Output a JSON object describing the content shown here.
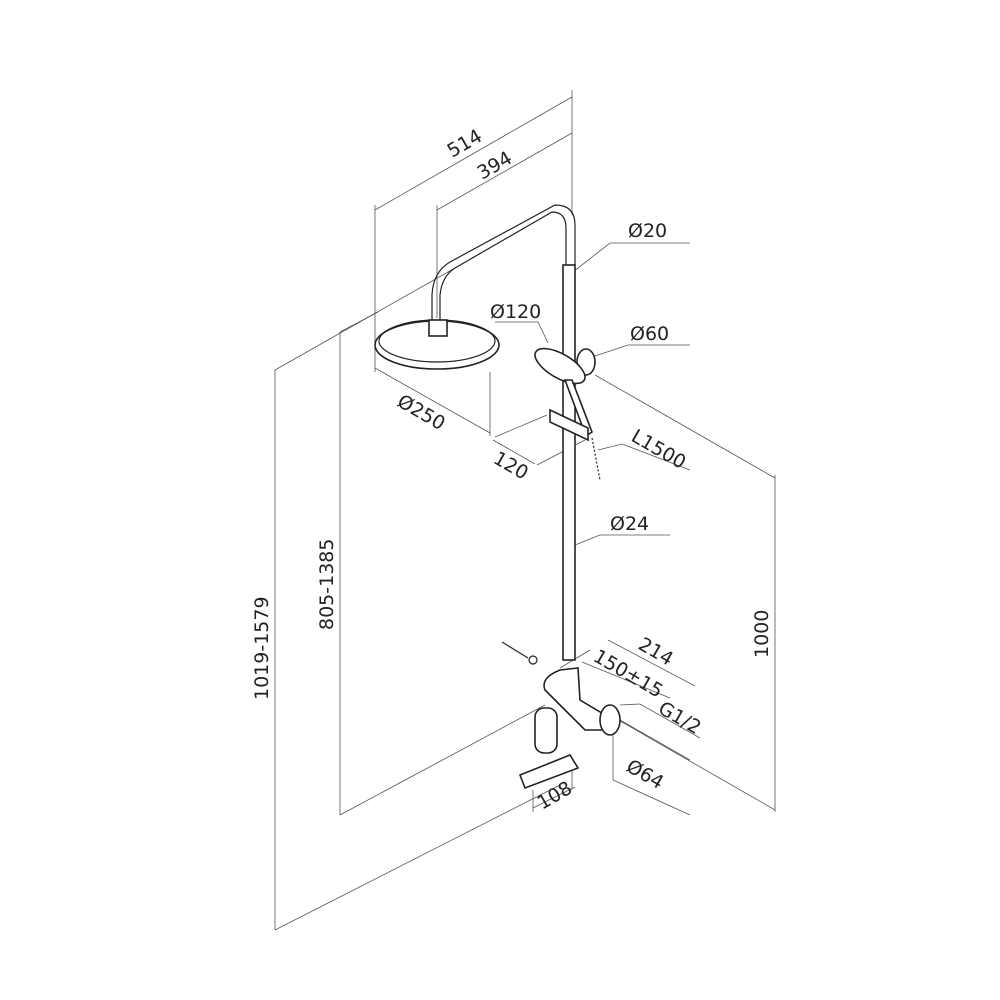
{
  "dimensions": {
    "total_width": "514",
    "arm_length": "394",
    "upper_pipe_diameter": "Ø20",
    "handshower_diameter": "Ø120",
    "holder_diameter": "Ø60",
    "head_diameter": "Ø250",
    "head_offset": "120",
    "hose_length": "L1500",
    "main_pipe_diameter": "Ø24",
    "rail_height": "1000",
    "mixer_height_range": "805-1385",
    "total_height_range": "1019-1579",
    "mixer_depth": "214",
    "connection_spacing": "150±15",
    "thread": "G1/2",
    "flange_diameter": "Ø64",
    "spout_length": "108"
  }
}
